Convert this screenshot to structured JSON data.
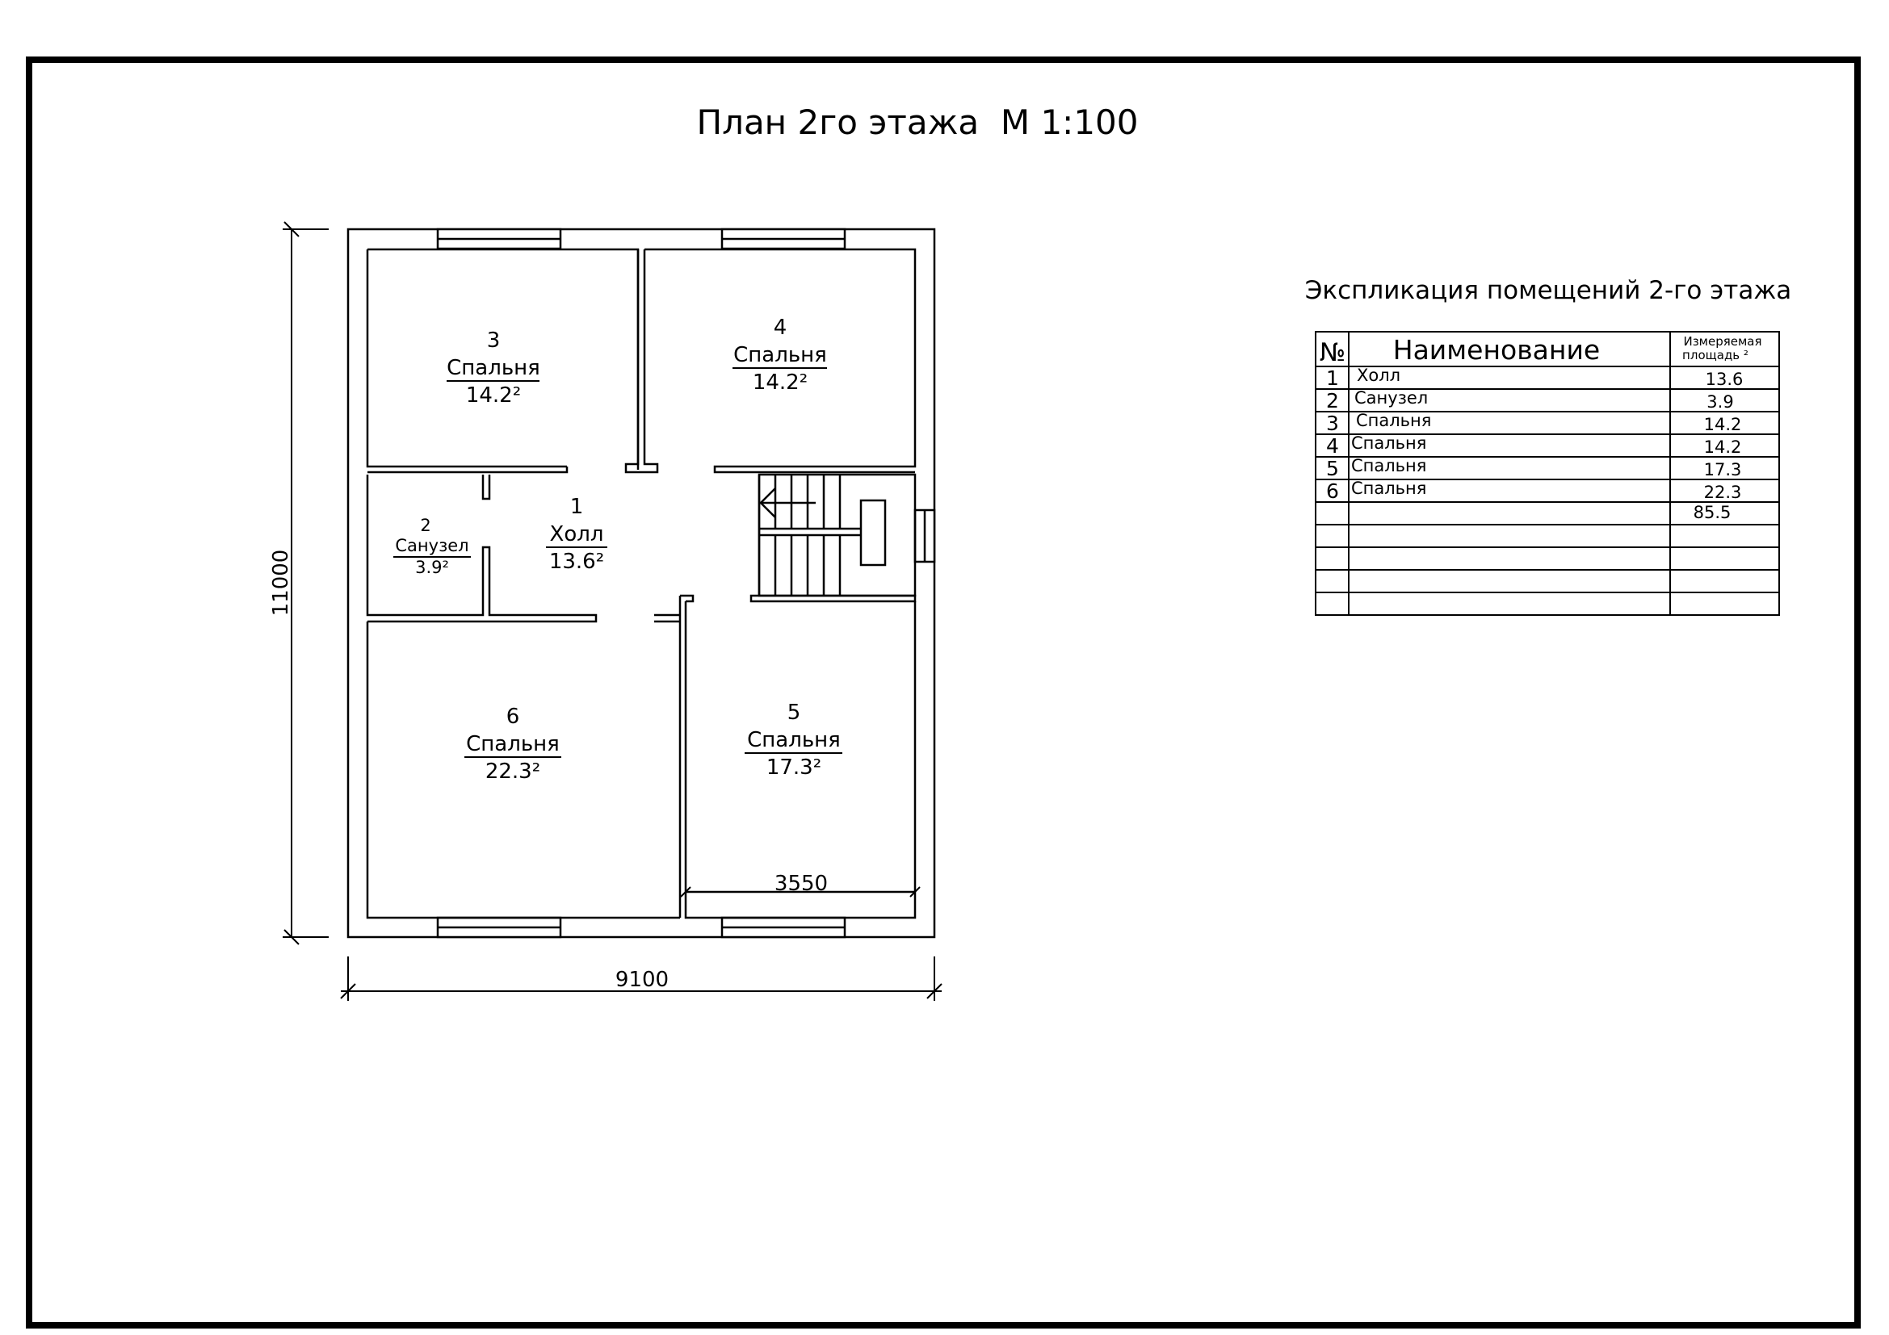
{
  "drawing": {
    "title": "План 2го этажа  М 1:100",
    "dimensions": {
      "height": "11000",
      "width": "9100",
      "inner": "3550"
    }
  },
  "rooms": [
    {
      "number": "1",
      "name": "Холл",
      "area": "13.6²"
    },
    {
      "number": "2",
      "name": "Санузел",
      "area": "3.9²"
    },
    {
      "number": "3",
      "name": "Спальня",
      "area": "14.2²"
    },
    {
      "number": "4",
      "name": "Спальня",
      "area": "14.2²"
    },
    {
      "number": "5",
      "name": "Спальня",
      "area": "17.3²"
    },
    {
      "number": "6",
      "name": "Спальня",
      "area": "22.3²"
    }
  ],
  "explication": {
    "title": "Экспликация помещений 2-го этажа",
    "headers": {
      "number": "№",
      "name": "Наименование",
      "area_line1": "Измеряемая",
      "area_line2": "площадь ²"
    },
    "rows": [
      {
        "number": "1",
        "name": "Холл",
        "area": "13.6"
      },
      {
        "number": "2",
        "name": "Санузел",
        "area": "3.9"
      },
      {
        "number": "3",
        "name": "Спальня",
        "area": "14.2"
      },
      {
        "number": "4",
        "name": "Спальня",
        "area": "14.2"
      },
      {
        "number": "5",
        "name": "Спальня",
        "area": "17.3"
      },
      {
        "number": "6",
        "name": "Спальня",
        "area": "22.3"
      }
    ],
    "total": "85.5"
  }
}
